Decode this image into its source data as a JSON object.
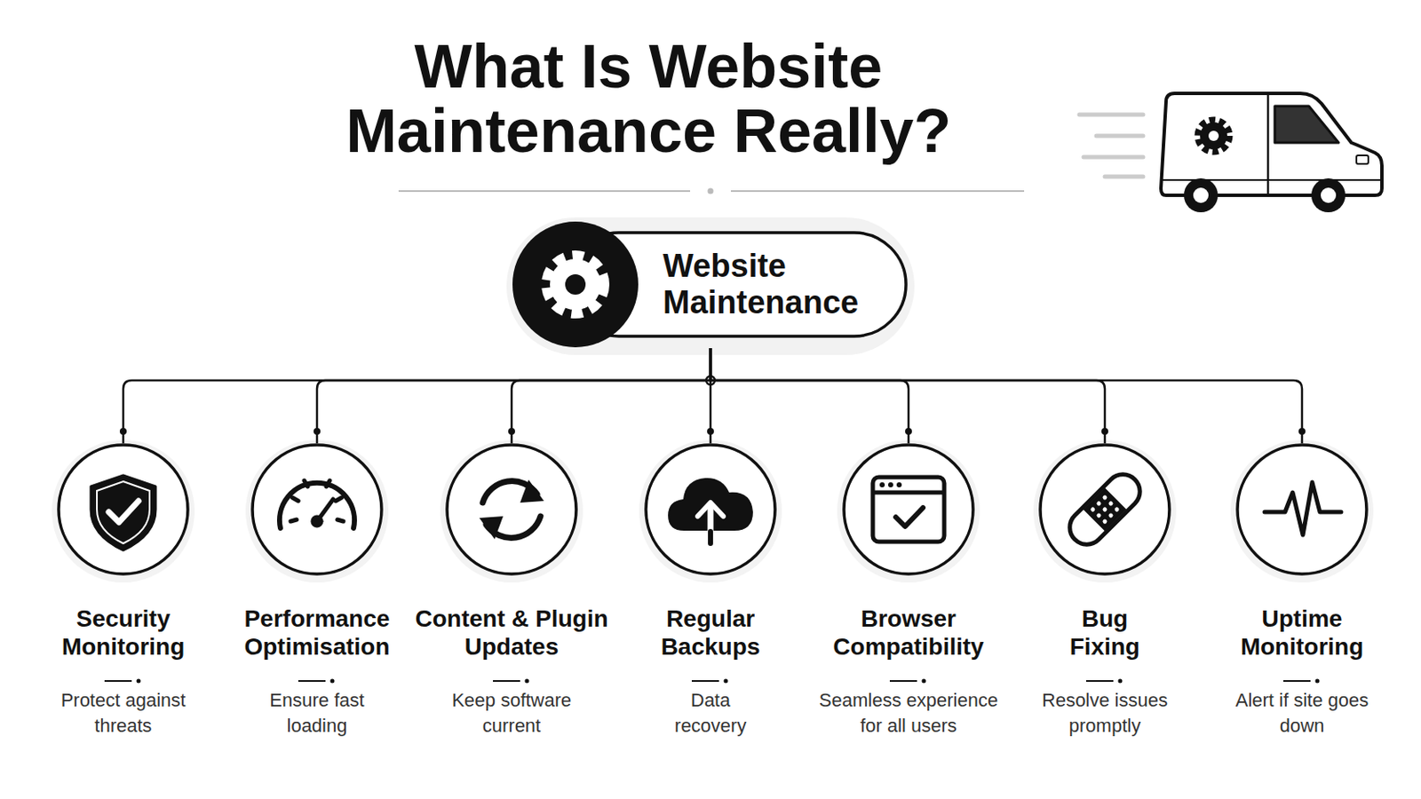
{
  "diagram": {
    "title": "What Is Website Maintenance Really?",
    "nodes": [
      {
        "text": [
          "Website Maintenance"
        ]
      },
      {
        "text": [
          "Security Monitoring",
          "Protect against threats"
        ]
      },
      {
        "text": [
          "Performance Optimisation",
          "Ensure fast loading"
        ]
      },
      {
        "text": [
          "Content & Plugin Updates",
          "Keep software current"
        ]
      },
      {
        "text": [
          "Regular Backups",
          "Data recovery"
        ]
      },
      {
        "text": [
          "Browser Compatibility",
          "Seamless experience for all users"
        ]
      },
      {
        "text": [
          "Bug Fixing",
          "Resolve issues promptly"
        ]
      },
      {
        "text": [
          "Uptime Monitoring",
          "Alert if site goes down"
        ]
      }
    ],
    "edges": [
      {
        "from": 0,
        "to": 1,
        "arrow": "none"
      },
      {
        "from": 0,
        "to": 2,
        "arrow": "none"
      },
      {
        "from": 0,
        "to": 3,
        "arrow": "none"
      },
      {
        "from": 0,
        "to": 4,
        "arrow": "none"
      },
      {
        "from": 0,
        "to": 5,
        "arrow": "none"
      },
      {
        "from": 0,
        "to": 6,
        "arrow": "none"
      },
      {
        "from": 0,
        "to": 7,
        "arrow": "none"
      }
    ]
  }
}
